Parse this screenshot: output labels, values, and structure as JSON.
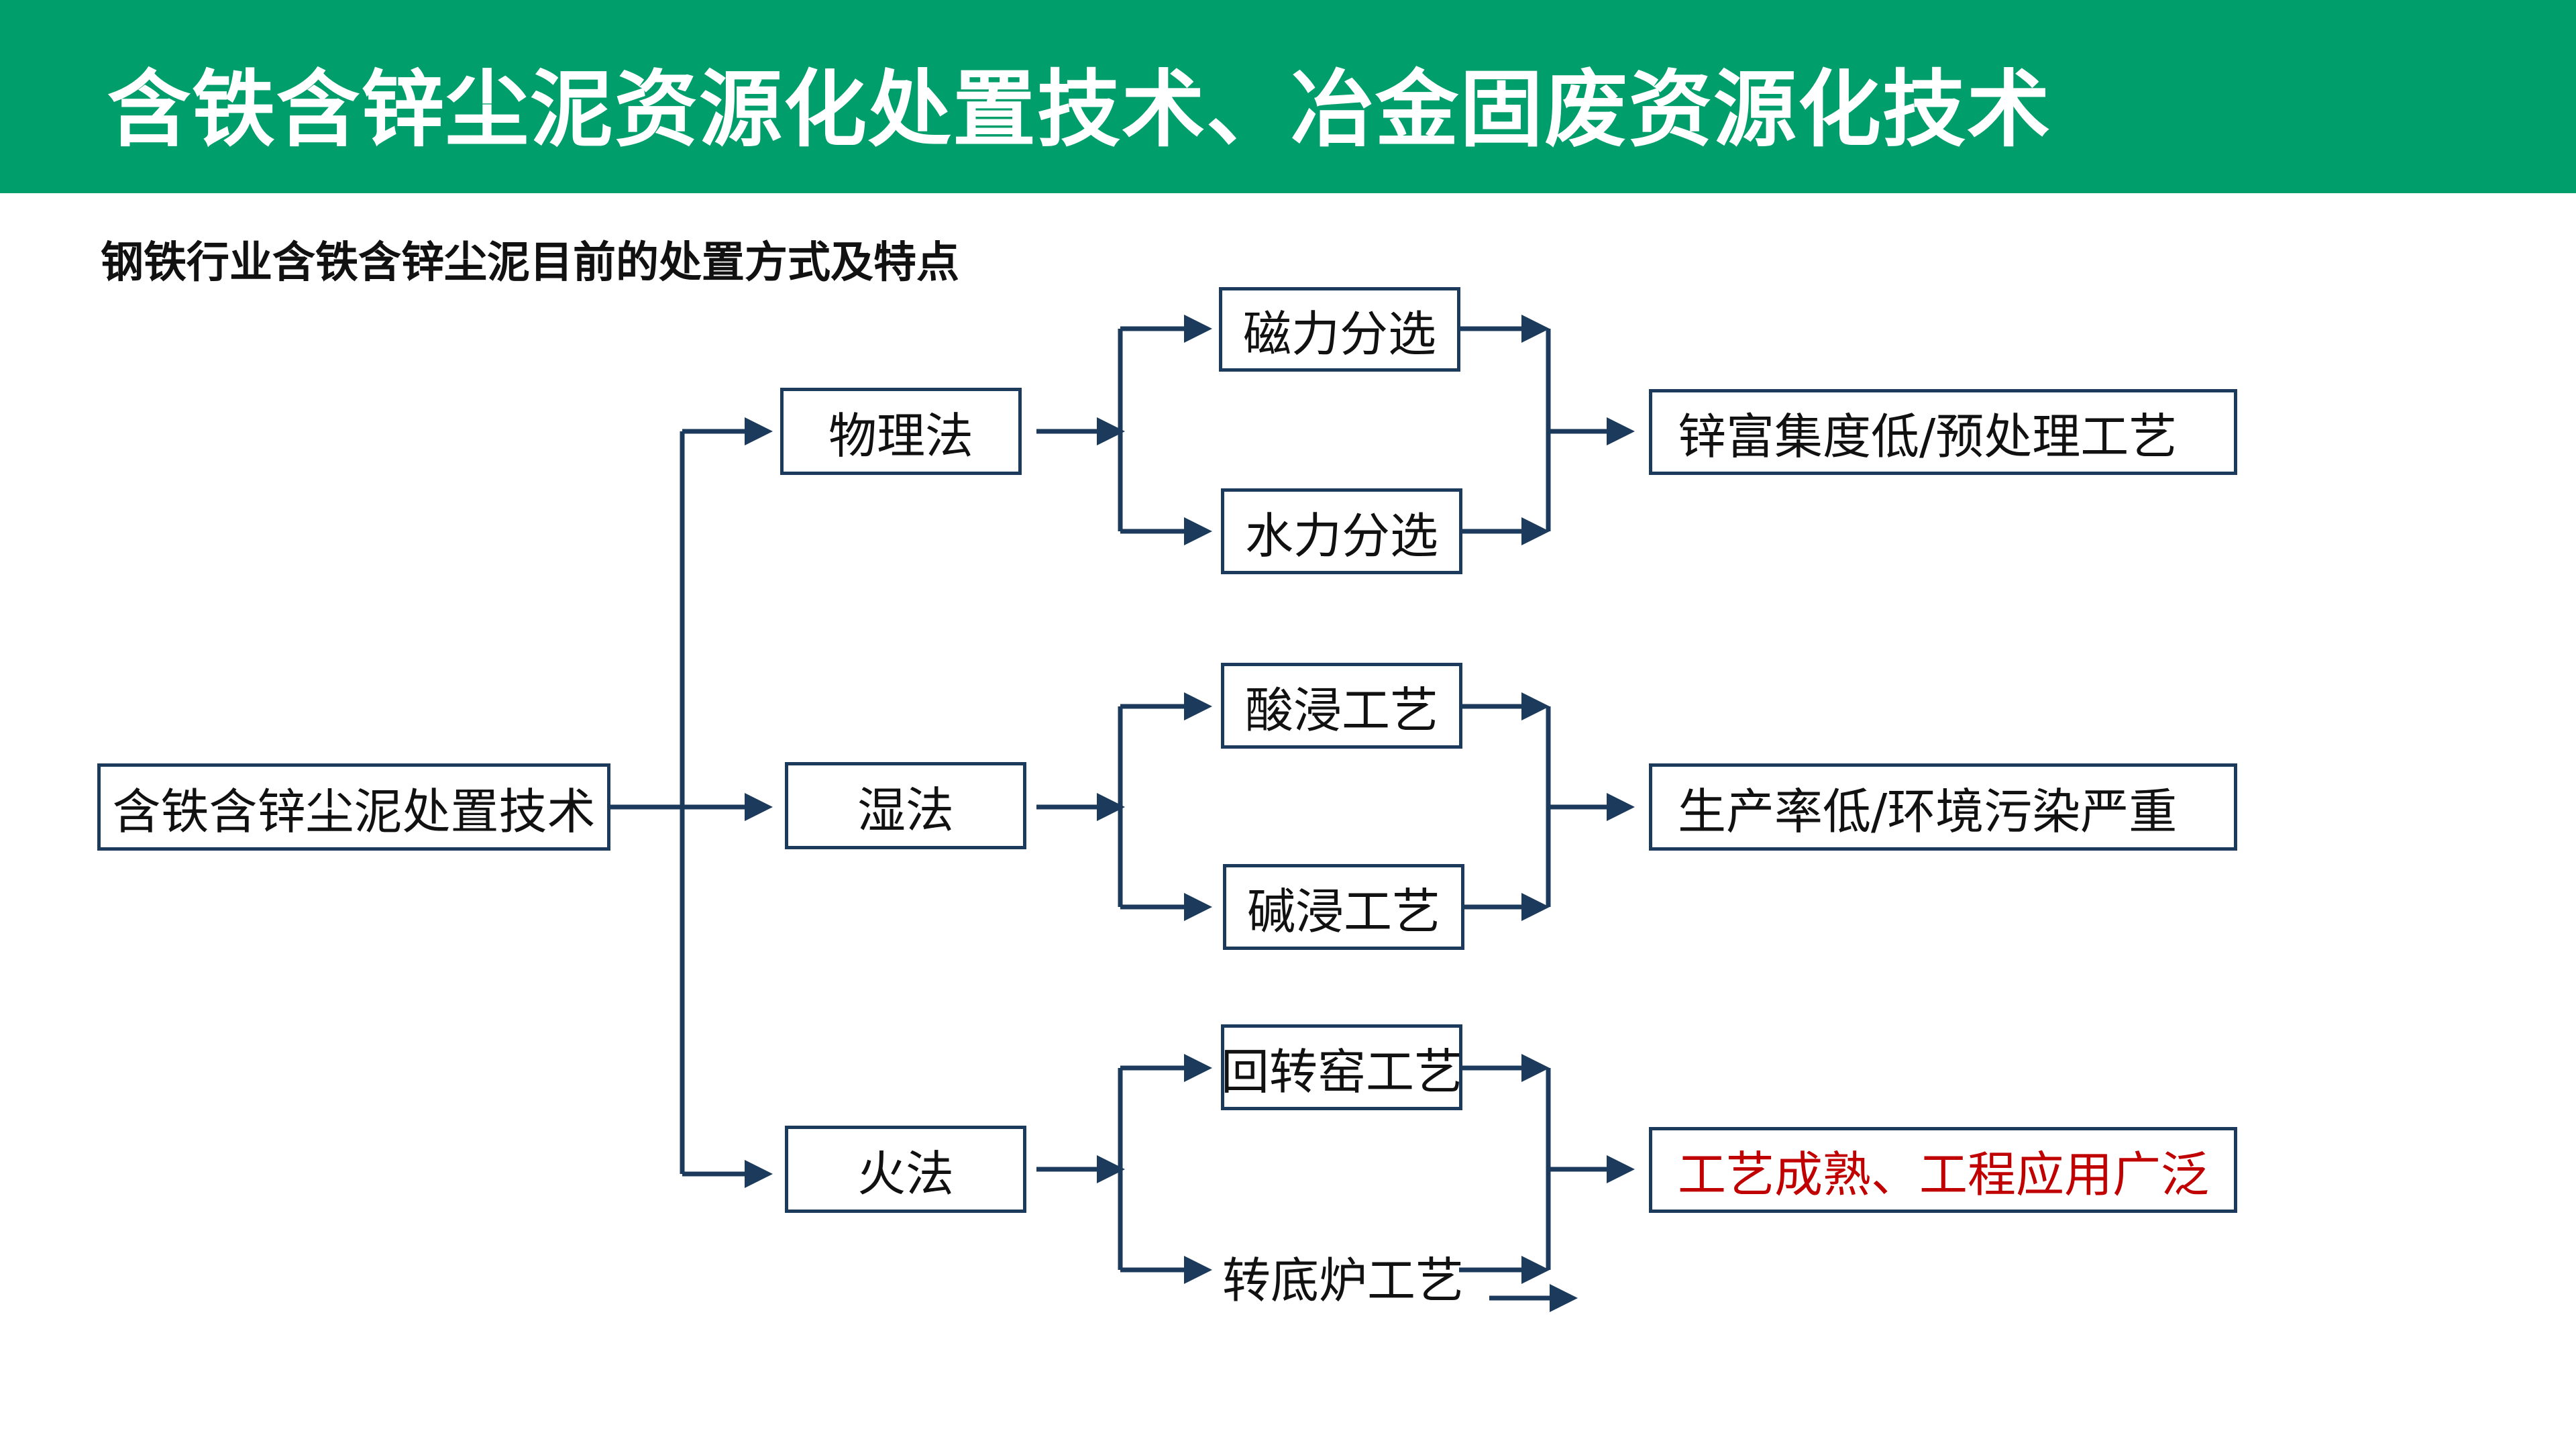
{
  "header": {
    "title": "含铁含锌尘泥资源化处置技术、冶金固废资源化技术",
    "bar_color": "#009e6b"
  },
  "subtitle": "钢铁行业含铁含锌尘泥目前的处置方式及特点",
  "diagram": {
    "line_color": "#1c3a5c",
    "root": "含铁含锌尘泥处置技术",
    "methods": [
      "物理法",
      "湿法",
      "火法"
    ],
    "processes": {
      "physical": [
        "磁力分选",
        "水力分选"
      ],
      "wet": [
        "酸浸工艺",
        "碱浸工艺"
      ],
      "fire": [
        "回转窑工艺",
        "转底炉工艺"
      ]
    },
    "results": {
      "physical": "锌富集度低/预处理工艺",
      "wet": "生产率低/环境污染严重",
      "fire": "工艺成熟、工程应用广泛"
    },
    "highlight_color": "#c00000"
  }
}
